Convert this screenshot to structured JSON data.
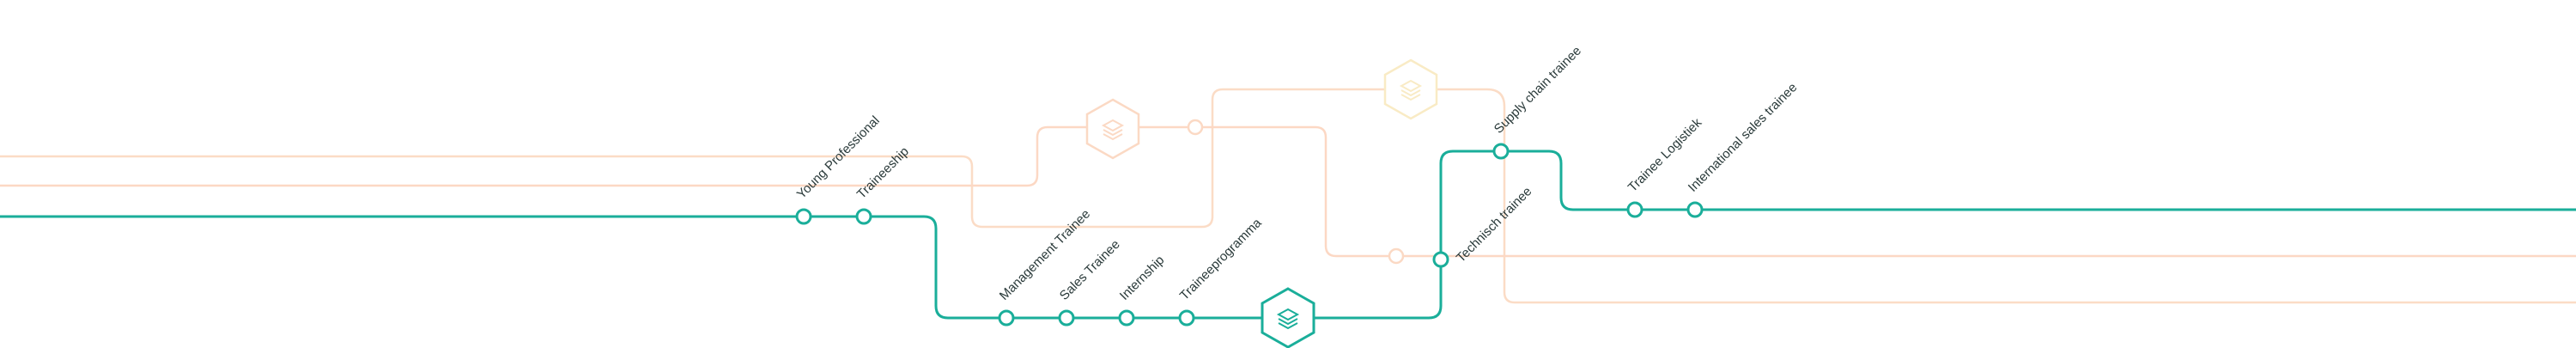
{
  "stops": [
    {
      "id": "young-professional",
      "label": "Young Professional"
    },
    {
      "id": "traineeship",
      "label": "Traineeship"
    },
    {
      "id": "management-trainee",
      "label": "Management Trainee"
    },
    {
      "id": "sales-trainee",
      "label": "Sales Trainee"
    },
    {
      "id": "internship",
      "label": "Internship"
    },
    {
      "id": "traineeprogramma",
      "label": "Traineeprogramma"
    },
    {
      "id": "technisch-trainee",
      "label": "Technisch trainee"
    },
    {
      "id": "supply-chain-trainee",
      "label": "Supply chain trainee"
    },
    {
      "id": "trainee-logistiek",
      "label": "Trainee Logistiek"
    },
    {
      "id": "international-sales-trainee",
      "label": "International sales trainee"
    }
  ],
  "colors": {
    "active_line": "#1aae9a",
    "faded_peach": "#fbdcc6",
    "faded_cream": "#fbefcf",
    "label_text": "#2a3a3a"
  },
  "icons": {
    "active_hub": "layered-diamond-icon",
    "faded_hub_1": "layered-diamond-icon",
    "faded_hub_2": "layered-diamond-icon"
  }
}
